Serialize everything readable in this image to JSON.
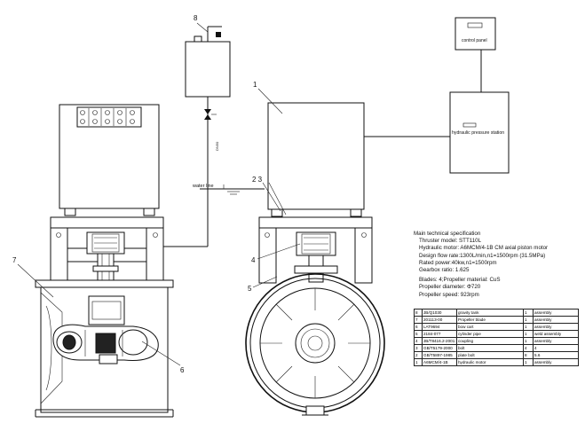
{
  "labels": {
    "control_panel": "control panel",
    "hydraulic_station": "hydraulic pressure station",
    "water_line": "water line",
    "callouts": [
      "8",
      "1",
      "2 3",
      "7",
      "4",
      "5",
      "6"
    ]
  },
  "spec": {
    "title": "Main technical specification",
    "lines": [
      "Thruster model: STT110L",
      "Hydraulic motor: A6MCM/4-1B CM axial piston motor",
      "Design flow rate:1300L/min,n1=1500rpm  (31.5MPa)",
      "Rated power:40kw,n1=1500rpm",
      "Gearbox ratio: 1.625",
      "Blades: 4;Propeller material: CuS",
      "Propeller diameter: Φ720",
      "Propeller speed: 923rpm"
    ]
  },
  "bom": {
    "rows": [
      [
        "8",
        "JB/Q1030",
        "gravity tank",
        "1",
        "assembly"
      ],
      [
        "7",
        "201113-00",
        "Propeller blade",
        "1",
        "assembly"
      ],
      [
        "6",
        "LAT9694",
        "bow cart",
        "1",
        "assembly"
      ],
      [
        "5",
        "2184-077",
        "cylinder pipe",
        "1",
        "weld assembly"
      ],
      [
        "4",
        "JB/T8416.2-2001",
        "coupling",
        "1",
        "assembly"
      ],
      [
        "3",
        "GB/T5179-2000",
        "bolt",
        "4",
        "4"
      ],
      [
        "2",
        "GB/T5897-1985",
        "plate bolt",
        "8",
        "5.6"
      ],
      [
        "1",
        "A6MCM/4-1B",
        "hydraulic motor",
        "1",
        "assembly"
      ]
    ]
  }
}
